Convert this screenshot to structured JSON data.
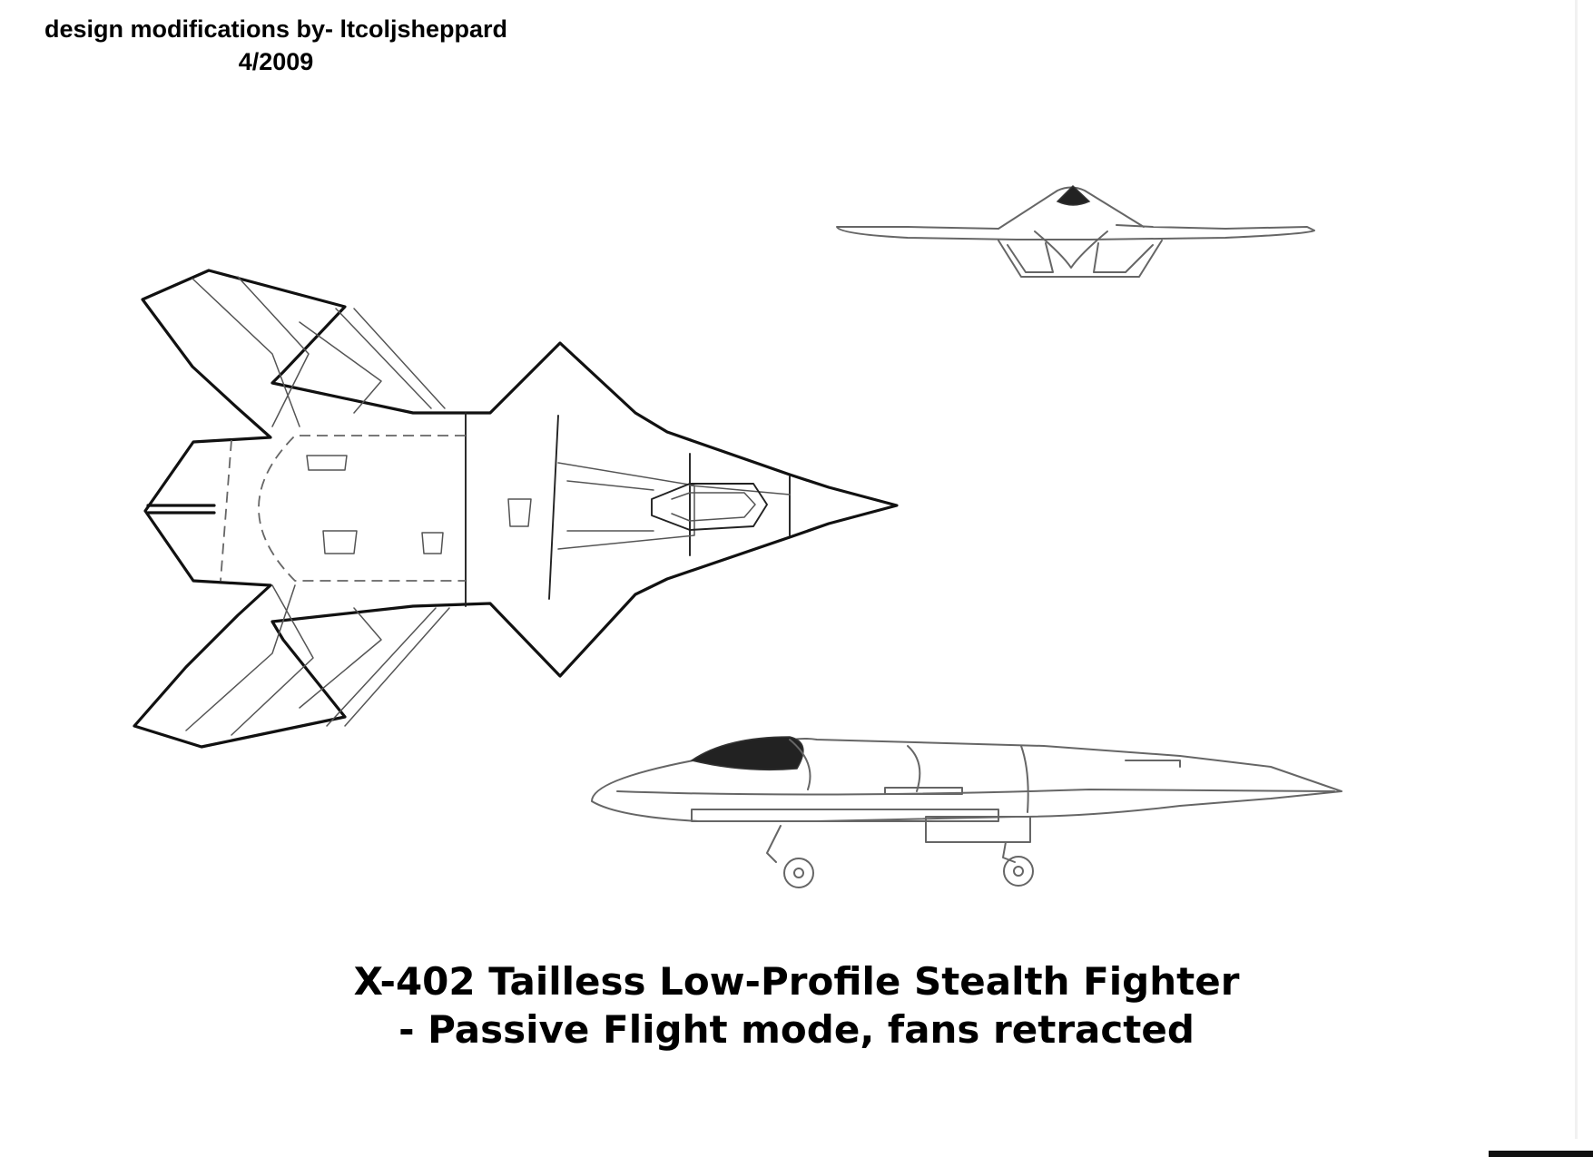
{
  "credit": {
    "line1": "design modifications by- ltcoljsheppard",
    "line2": "4/2009"
  },
  "caption": {
    "line1": "X-402 Tailless Low-Profile Stealth Fighter",
    "line2": "- Passive Flight mode, fans retracted"
  },
  "colors": {
    "background": "#ffffff",
    "ink": "#111111",
    "pencil": "#666666"
  }
}
